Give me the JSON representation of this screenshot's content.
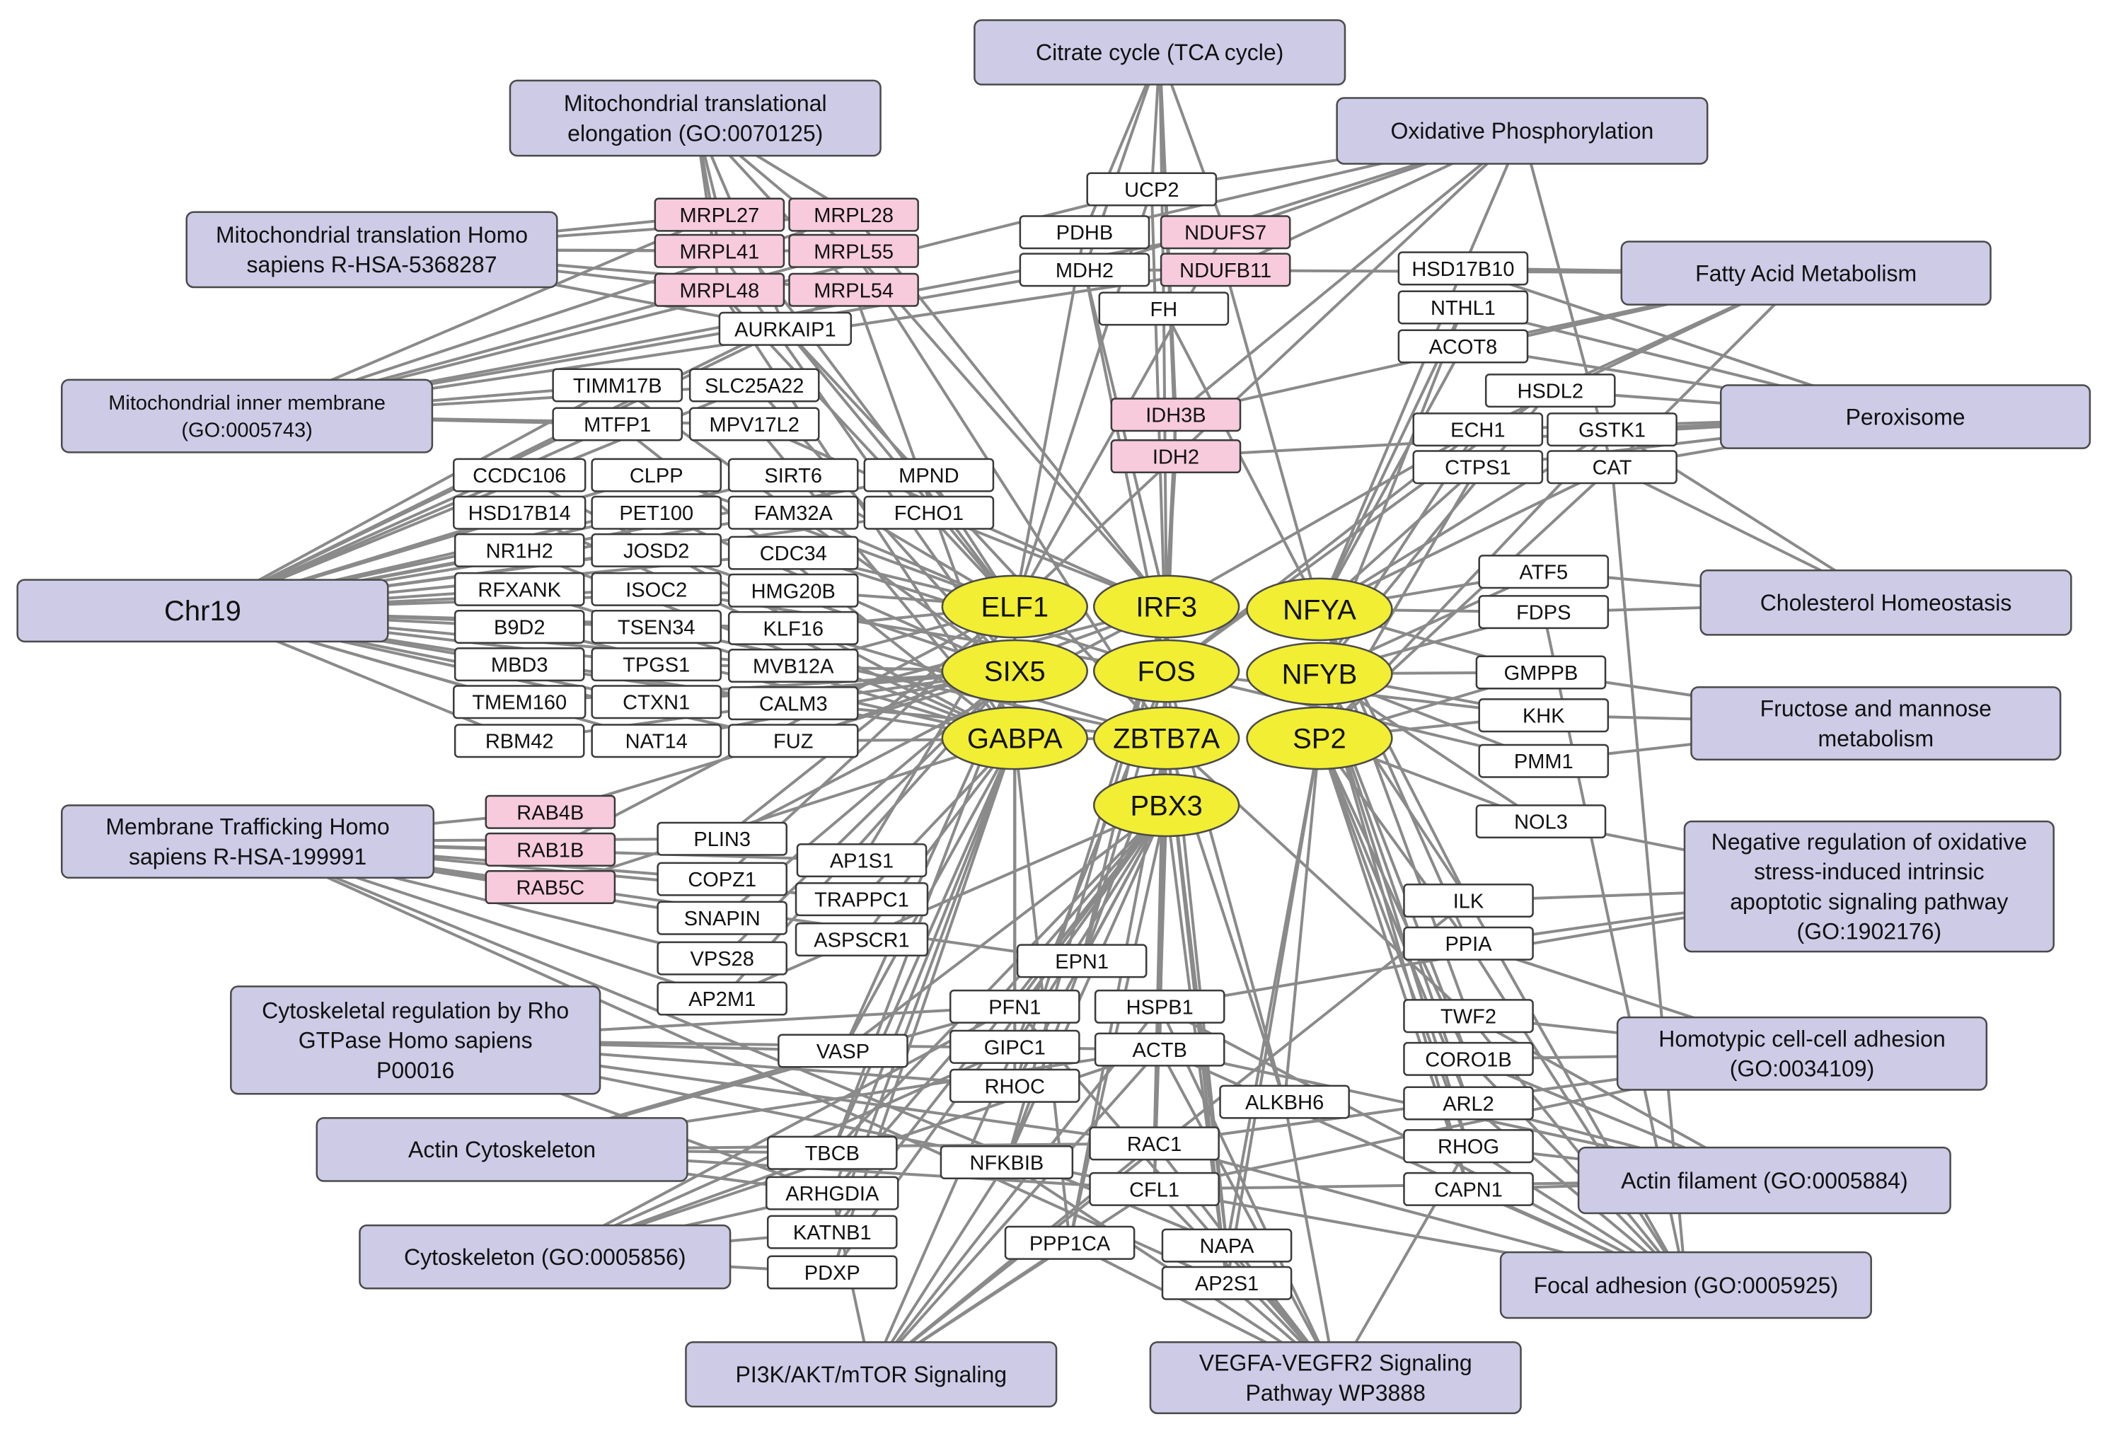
{
  "colors": {
    "term_fill": "#cdcbe6",
    "gene_fill": "#ffffff",
    "gene_highlight_fill": "#f7cbdc",
    "tf_fill": "#f1ee33",
    "edge": "#8a8a8a"
  },
  "transcription_factors": [
    "ELF1",
    "IRF3",
    "NFYA",
    "SIX5",
    "FOS",
    "NFYB",
    "GABPA",
    "ZBTB7A",
    "SP2",
    "PBX3"
  ],
  "terms": [
    {
      "id": "tca",
      "lines": [
        "Citrate cycle (TCA cycle)"
      ]
    },
    {
      "id": "mte",
      "lines": [
        "Mitochondrial translational",
        "elongation (GO:0070125)"
      ]
    },
    {
      "id": "oxphos",
      "lines": [
        "Oxidative Phosphorylation"
      ]
    },
    {
      "id": "mth",
      "lines": [
        "Mitochondrial translation Homo",
        "sapiens R-HSA-5368287"
      ]
    },
    {
      "id": "fam",
      "lines": [
        "Fatty Acid Metabolism"
      ]
    },
    {
      "id": "mim",
      "lines": [
        "Mitochondrial inner membrane",
        "(GO:0005743)"
      ]
    },
    {
      "id": "perox",
      "lines": [
        "Peroxisome"
      ]
    },
    {
      "id": "chr19",
      "lines": [
        "Chr19"
      ]
    },
    {
      "id": "chol",
      "lines": [
        "Cholesterol Homeostasis"
      ]
    },
    {
      "id": "fruc",
      "lines": [
        "Fructose and mannose",
        "metabolism"
      ]
    },
    {
      "id": "mtr",
      "lines": [
        "Membrane Trafficking Homo",
        "sapiens R-HSA-199991"
      ]
    },
    {
      "id": "negreg",
      "lines": [
        "Negative regulation of oxidative",
        "stress-induced intrinsic",
        "apoptotic signaling pathway",
        "(GO:1902176)"
      ]
    },
    {
      "id": "rho",
      "lines": [
        "Cytoskeletal regulation by Rho",
        "GTPase Homo sapiens",
        "P00016"
      ]
    },
    {
      "id": "homo",
      "lines": [
        "Homotypic cell-cell adhesion",
        "(GO:0034109)"
      ]
    },
    {
      "id": "actcyto",
      "lines": [
        "Actin Cytoskeleton"
      ]
    },
    {
      "id": "actfil",
      "lines": [
        "Actin filament (GO:0005884)"
      ]
    },
    {
      "id": "cyto",
      "lines": [
        "Cytoskeleton (GO:0005856)"
      ]
    },
    {
      "id": "focal",
      "lines": [
        "Focal adhesion (GO:0005925)"
      ]
    },
    {
      "id": "pi3k",
      "lines": [
        "PI3K/AKT/mTOR Signaling"
      ]
    },
    {
      "id": "vegfa",
      "lines": [
        "VEGFA-VEGFR2 Signaling",
        "Pathway WP3888"
      ]
    }
  ],
  "genes": [
    {
      "label": "MRPL27",
      "highlight": true
    },
    {
      "label": "MRPL28",
      "highlight": true
    },
    {
      "label": "MRPL41",
      "highlight": true
    },
    {
      "label": "MRPL55",
      "highlight": true
    },
    {
      "label": "MRPL48",
      "highlight": true
    },
    {
      "label": "MRPL54",
      "highlight": true
    },
    {
      "label": "AURKAIP1",
      "highlight": false
    },
    {
      "label": "UCP2",
      "highlight": false
    },
    {
      "label": "PDHB",
      "highlight": false
    },
    {
      "label": "NDUFS7",
      "highlight": true
    },
    {
      "label": "MDH2",
      "highlight": false
    },
    {
      "label": "NDUFB11",
      "highlight": true
    },
    {
      "label": "FH",
      "highlight": false
    },
    {
      "label": "HSD17B10",
      "highlight": false
    },
    {
      "label": "NTHL1",
      "highlight": false
    },
    {
      "label": "ACOT8",
      "highlight": false
    },
    {
      "label": "HSDL2",
      "highlight": false
    },
    {
      "label": "ECH1",
      "highlight": false
    },
    {
      "label": "GSTK1",
      "highlight": false
    },
    {
      "label": "CTPS1",
      "highlight": false
    },
    {
      "label": "CAT",
      "highlight": false
    },
    {
      "label": "TIMM17B",
      "highlight": false
    },
    {
      "label": "SLC25A22",
      "highlight": false
    },
    {
      "label": "MTFP1",
      "highlight": false
    },
    {
      "label": "MPV17L2",
      "highlight": false
    },
    {
      "label": "IDH3B",
      "highlight": true
    },
    {
      "label": "IDH2",
      "highlight": true
    },
    {
      "label": "CCDC106",
      "highlight": false
    },
    {
      "label": "CLPP",
      "highlight": false
    },
    {
      "label": "SIRT6",
      "highlight": false
    },
    {
      "label": "MPND",
      "highlight": false
    },
    {
      "label": "HSD17B14",
      "highlight": false
    },
    {
      "label": "PET100",
      "highlight": false
    },
    {
      "label": "FAM32A",
      "highlight": false
    },
    {
      "label": "FCHO1",
      "highlight": false
    },
    {
      "label": "NR1H2",
      "highlight": false
    },
    {
      "label": "JOSD2",
      "highlight": false
    },
    {
      "label": "CDC34",
      "highlight": false
    },
    {
      "label": "RFXANK",
      "highlight": false
    },
    {
      "label": "ISOC2",
      "highlight": false
    },
    {
      "label": "HMG20B",
      "highlight": false
    },
    {
      "label": "B9D2",
      "highlight": false
    },
    {
      "label": "TSEN34",
      "highlight": false
    },
    {
      "label": "KLF16",
      "highlight": false
    },
    {
      "label": "MBD3",
      "highlight": false
    },
    {
      "label": "TPGS1",
      "highlight": false
    },
    {
      "label": "MVB12A",
      "highlight": false
    },
    {
      "label": "TMEM160",
      "highlight": false
    },
    {
      "label": "CTXN1",
      "highlight": false
    },
    {
      "label": "CALM3",
      "highlight": false
    },
    {
      "label": "RBM42",
      "highlight": false
    },
    {
      "label": "NAT14",
      "highlight": false
    },
    {
      "label": "FUZ",
      "highlight": false
    },
    {
      "label": "ATF5",
      "highlight": false
    },
    {
      "label": "FDPS",
      "highlight": false
    },
    {
      "label": "GMPPB",
      "highlight": false
    },
    {
      "label": "KHK",
      "highlight": false
    },
    {
      "label": "PMM1",
      "highlight": false
    },
    {
      "label": "NOL3",
      "highlight": false
    },
    {
      "label": "RAB4B",
      "highlight": true
    },
    {
      "label": "RAB1B",
      "highlight": true
    },
    {
      "label": "RAB5C",
      "highlight": true
    },
    {
      "label": "PLIN3",
      "highlight": false
    },
    {
      "label": "AP1S1",
      "highlight": false
    },
    {
      "label": "COPZ1",
      "highlight": false
    },
    {
      "label": "TRAPPC1",
      "highlight": false
    },
    {
      "label": "SNAPIN",
      "highlight": false
    },
    {
      "label": "ASPSCR1",
      "highlight": false
    },
    {
      "label": "VPS28",
      "highlight": false
    },
    {
      "label": "AP2M1",
      "highlight": false
    },
    {
      "label": "ILK",
      "highlight": false
    },
    {
      "label": "PPIA",
      "highlight": false
    },
    {
      "label": "EPN1",
      "highlight": false
    },
    {
      "label": "PFN1",
      "highlight": false
    },
    {
      "label": "HSPB1",
      "highlight": false
    },
    {
      "label": "VASP",
      "highlight": false
    },
    {
      "label": "GIPC1",
      "highlight": false
    },
    {
      "label": "ACTB",
      "highlight": false
    },
    {
      "label": "RHOC",
      "highlight": false
    },
    {
      "label": "TWF2",
      "highlight": false
    },
    {
      "label": "CORO1B",
      "highlight": false
    },
    {
      "label": "ALKBH6",
      "highlight": false
    },
    {
      "label": "ARL2",
      "highlight": false
    },
    {
      "label": "RHOG",
      "highlight": false
    },
    {
      "label": "CAPN1",
      "highlight": false
    },
    {
      "label": "TBCB",
      "highlight": false
    },
    {
      "label": "NFKBIB",
      "highlight": false
    },
    {
      "label": "RAC1",
      "highlight": false
    },
    {
      "label": "ARHGDIA",
      "highlight": false
    },
    {
      "label": "CFL1",
      "highlight": false
    },
    {
      "label": "KATNB1",
      "highlight": false
    },
    {
      "label": "PPP1CA",
      "highlight": false
    },
    {
      "label": "NAPA",
      "highlight": false
    },
    {
      "label": "PDXP",
      "highlight": false
    },
    {
      "label": "AP2S1",
      "highlight": false
    }
  ]
}
